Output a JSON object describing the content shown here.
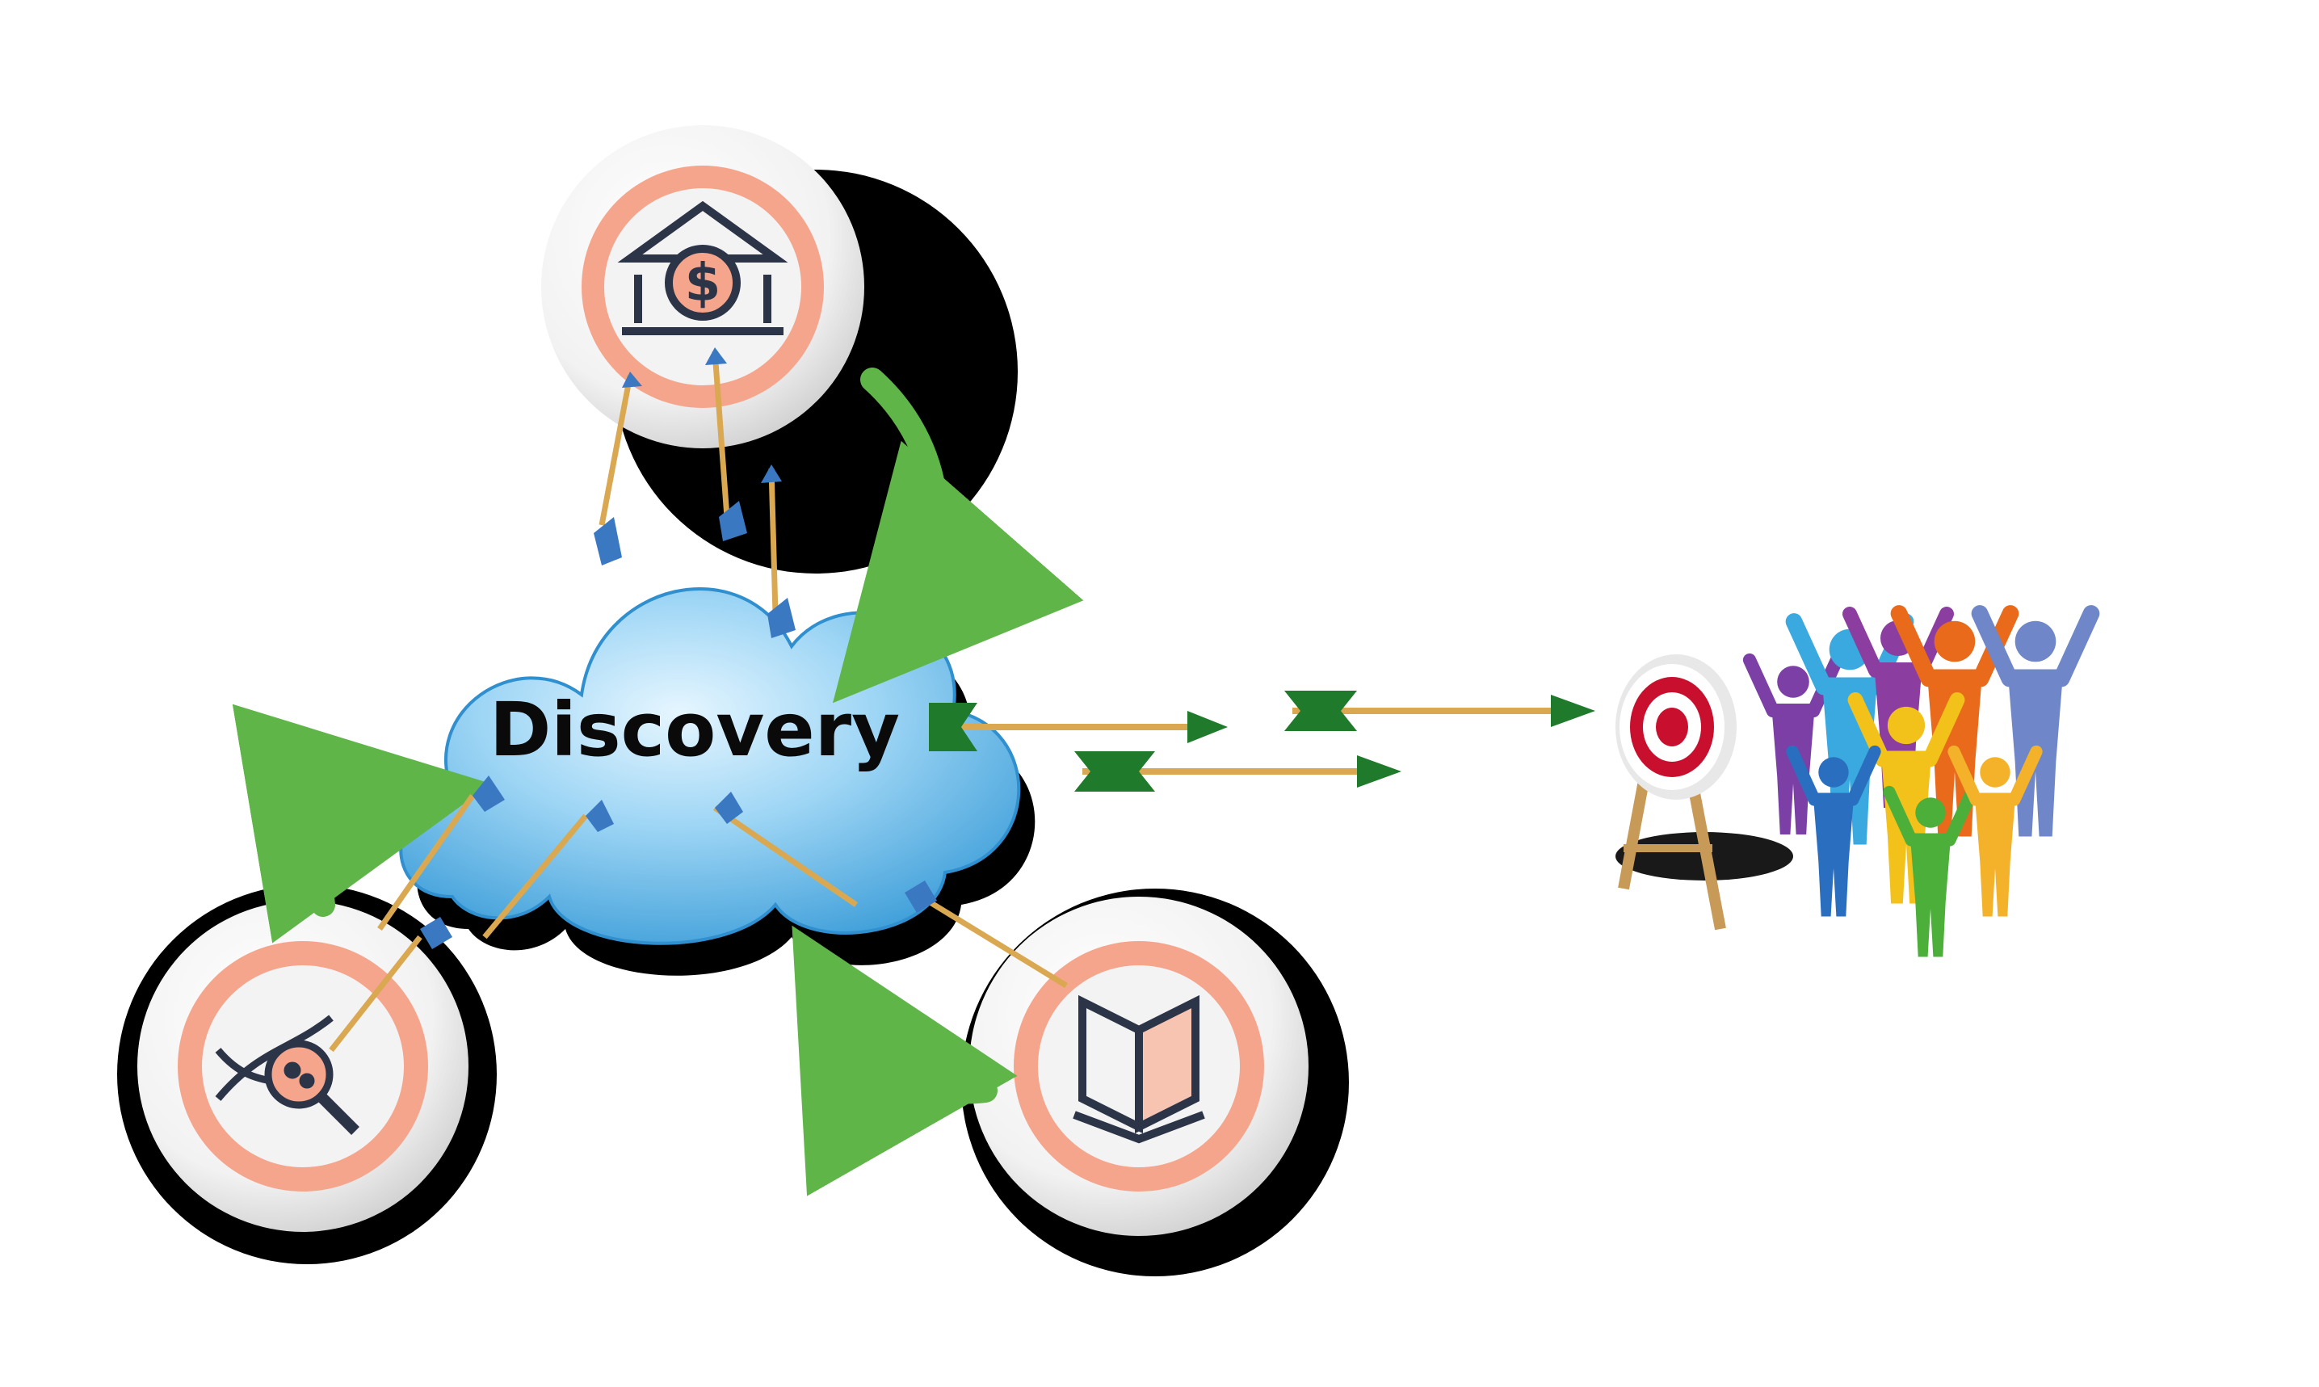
{
  "center_label": "Discovery",
  "nodes": [
    {
      "id": "funding",
      "icon": "bank-dollar-icon"
    },
    {
      "id": "research",
      "icon": "dna-magnifier-icon"
    },
    {
      "id": "literature",
      "icon": "open-book-icon"
    }
  ],
  "target": {
    "icon": "target-on-easel-icon"
  },
  "audience": {
    "icon": "crowd-of-people-icon",
    "colors": [
      "#7b3fa6",
      "#3aa9e0",
      "#8c3da0",
      "#e86a1a",
      "#6f86c8",
      "#f2c21a",
      "#2a6fbf",
      "#4caf3a",
      "#f3b22a"
    ]
  },
  "colors": {
    "cloud": "#8fd0f2",
    "ring": "#f4a58c",
    "cycle_arrow": "#5fb548",
    "flight_arrow": "#1f7a2b",
    "arrow_fletch": "#3a78c2",
    "shaft": "#d9a851"
  }
}
